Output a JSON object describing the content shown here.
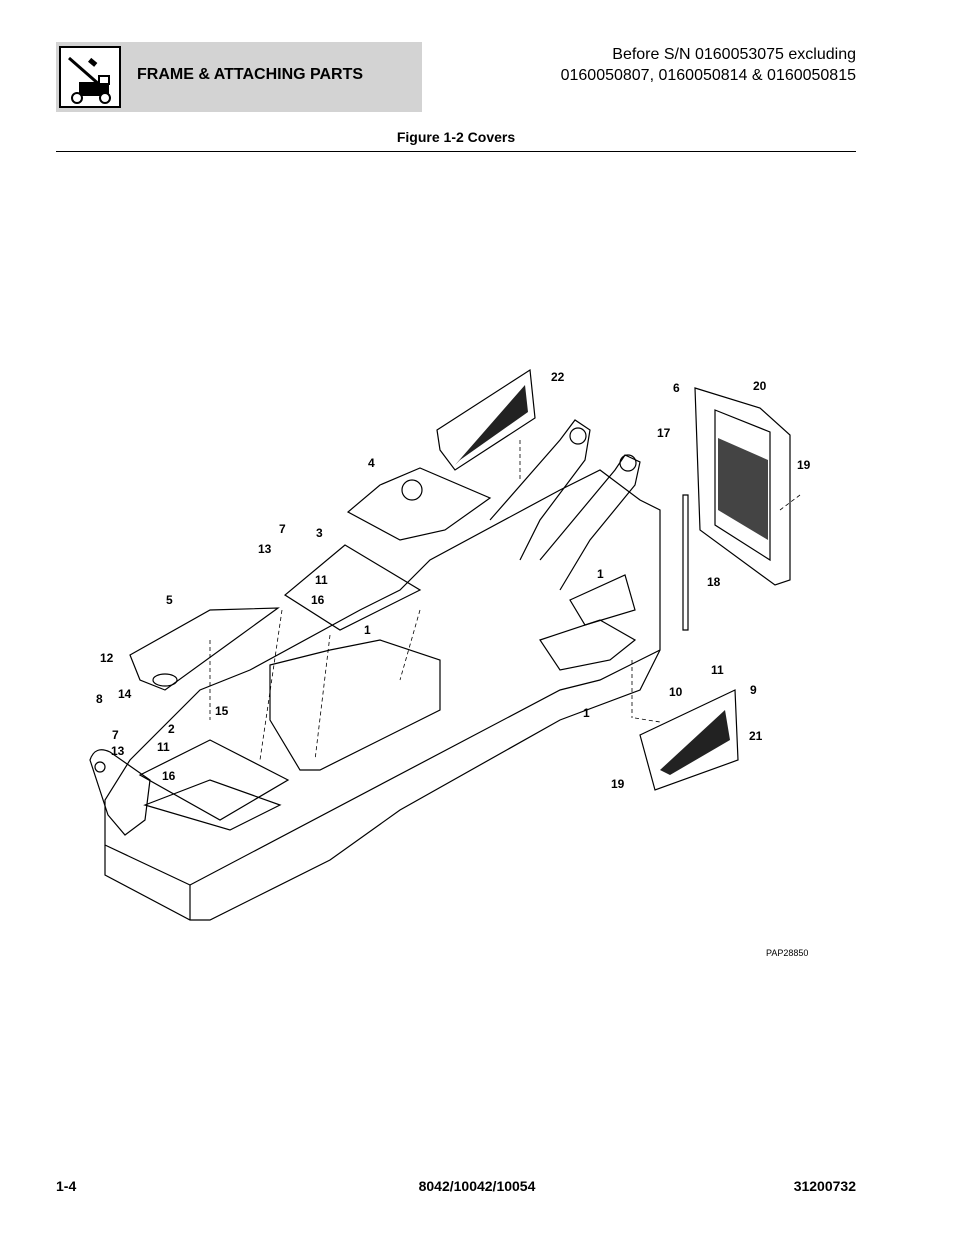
{
  "header": {
    "section_title": "FRAME & ATTACHING PARTS",
    "serial_line1": "Before S/N 0160053075 excluding",
    "serial_line2": "0160050807, 0160050814 & 0160050815"
  },
  "figure": {
    "title": "Figure 1-2 Covers",
    "drawing_code": "PAP28850",
    "callouts": [
      "22",
      "6",
      "20",
      "17",
      "19",
      "4",
      "7",
      "3",
      "13",
      "11",
      "16",
      "5",
      "1",
      "18",
      "12",
      "8",
      "14",
      "15",
      "2",
      "7",
      "13",
      "11",
      "16",
      "1",
      "10",
      "11",
      "9",
      "21",
      "19",
      "1"
    ]
  },
  "footer": {
    "page": "1-4",
    "models": "8042/10042/10054",
    "doc_number": "31200732"
  }
}
